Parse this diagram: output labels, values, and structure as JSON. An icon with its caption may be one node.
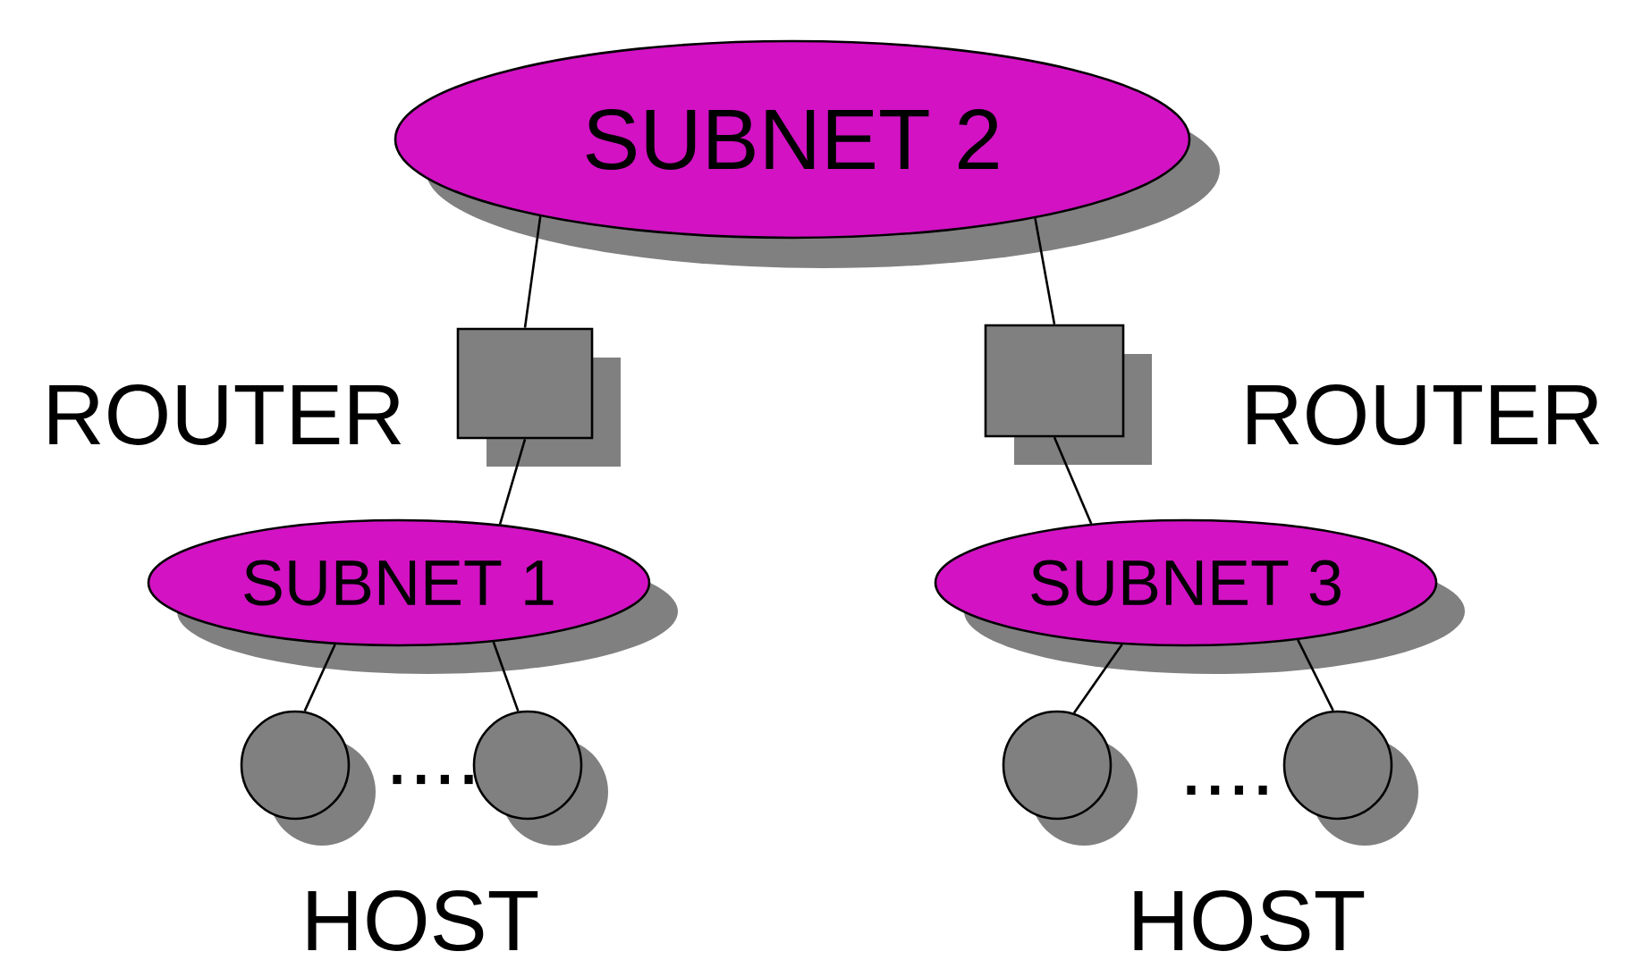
{
  "diagram": {
    "nodes": [
      {
        "text": [
          "SUBNET 2"
        ]
      },
      {
        "text": [],
        "shape": "box",
        "beside": [
          "ROUTER"
        ]
      },
      {
        "text": [],
        "shape": "box",
        "beside": [
          "ROUTER"
        ]
      },
      {
        "text": [
          "SUBNET 1"
        ]
      },
      {
        "text": [
          "SUBNET 3"
        ]
      },
      {
        "text": [],
        "shape": "circle"
      },
      {
        "text": [],
        "shape": "circle"
      },
      {
        "text": [],
        "shape": "circle"
      },
      {
        "text": [],
        "shape": "circle"
      }
    ],
    "edges": [
      {
        "from": 0,
        "to": 1,
        "arrow": "none"
      },
      {
        "from": 1,
        "to": 3,
        "arrow": "none"
      },
      {
        "from": 0,
        "to": 2,
        "arrow": "none"
      },
      {
        "from": 2,
        "to": 4,
        "arrow": "none"
      },
      {
        "from": 3,
        "to": 5,
        "arrow": "none"
      },
      {
        "from": 3,
        "to": 6,
        "arrow": "none"
      },
      {
        "from": 4,
        "to": 7,
        "arrow": "none"
      },
      {
        "from": 4,
        "to": 8,
        "arrow": "none"
      }
    ],
    "labels": [
      "....",
      "....",
      "HOST",
      "HOST"
    ]
  }
}
